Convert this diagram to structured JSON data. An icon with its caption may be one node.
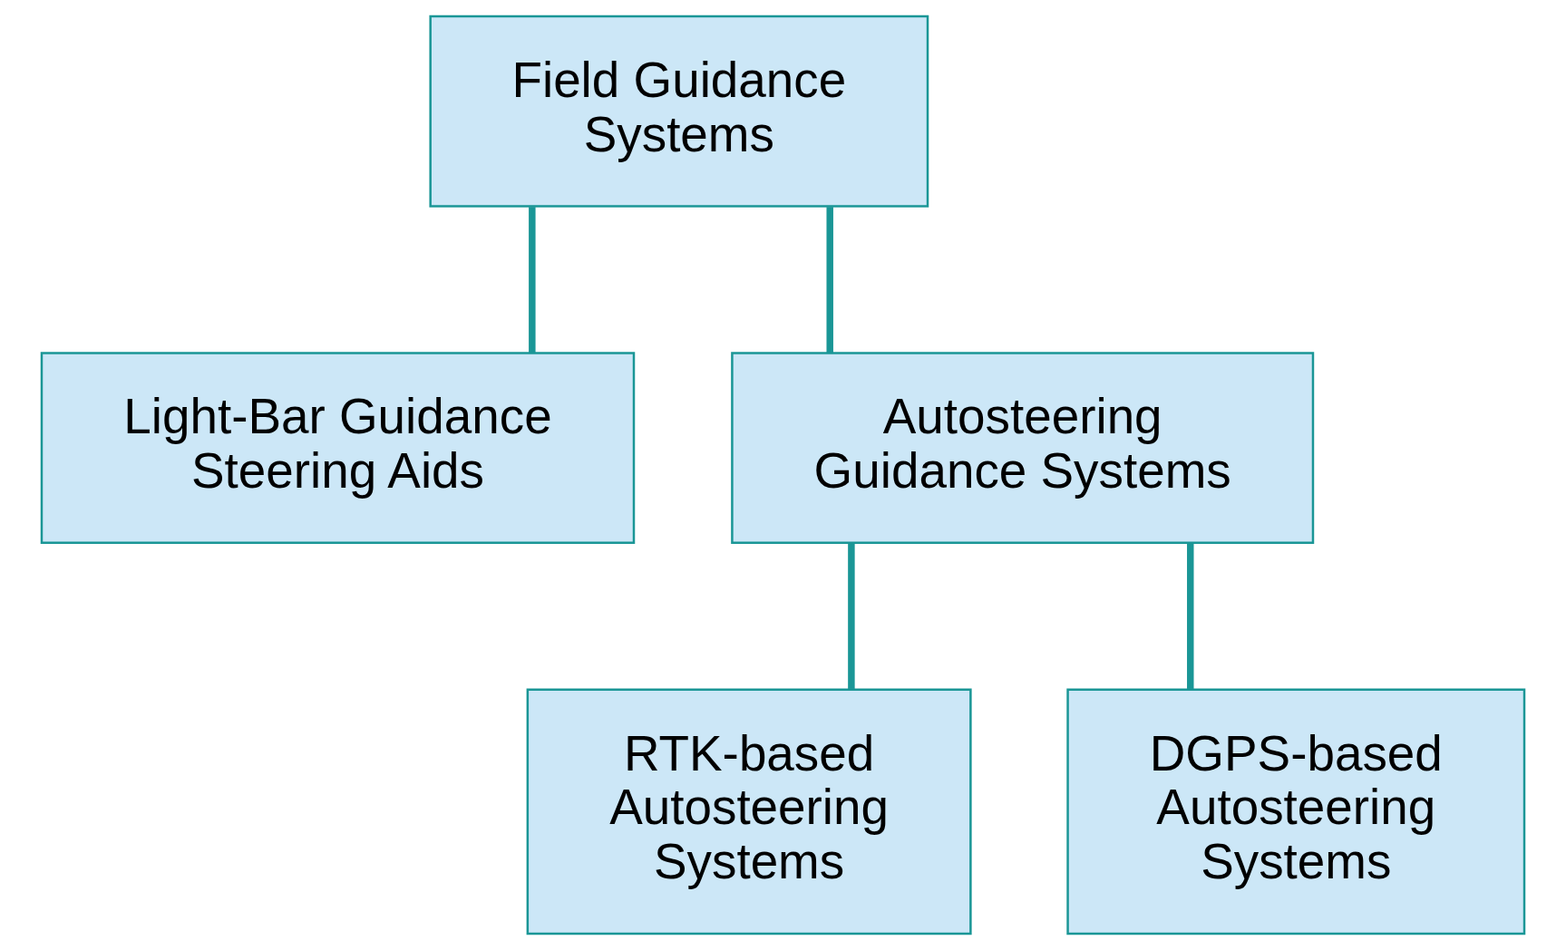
{
  "diagram": {
    "nodes": [
      {
        "text": [
          "Field Guidance Systems"
        ]
      },
      {
        "text": [
          "Light-Bar Guidance Steering Aids"
        ]
      },
      {
        "text": [
          "Autosteering Guidance Systems"
        ]
      },
      {
        "text": [
          "RTK-based Autosteering Systems"
        ]
      },
      {
        "text": [
          "DGPS-based Autosteering Systems"
        ]
      }
    ],
    "edges": [
      {
        "from": 0,
        "to": 1,
        "arrow": "none"
      },
      {
        "from": 0,
        "to": 2,
        "arrow": "none"
      },
      {
        "from": 2,
        "to": 3,
        "arrow": "none"
      },
      {
        "from": 2,
        "to": 4,
        "arrow": "none"
      }
    ]
  }
}
